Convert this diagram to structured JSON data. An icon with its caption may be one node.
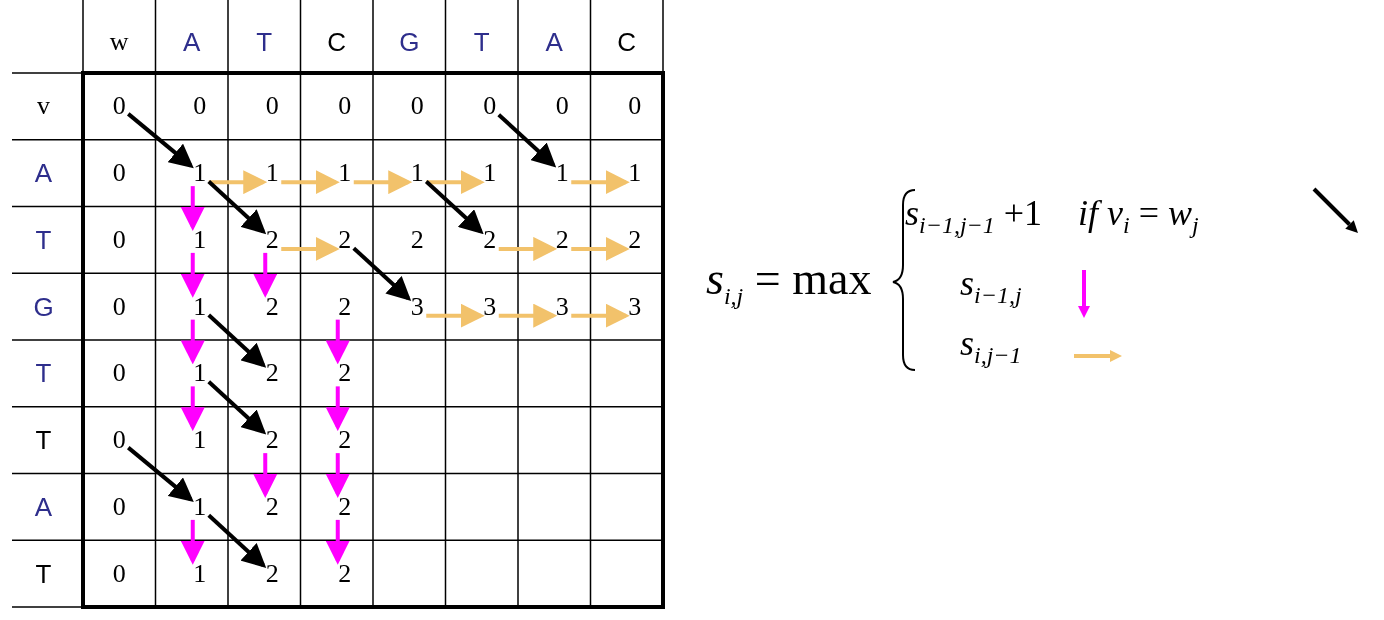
{
  "diagram": {
    "nodes": [
      {
        "text": [
          "0"
        ]
      },
      {
        "text": [
          "0"
        ]
      },
      {
        "text": [
          "0"
        ]
      },
      {
        "text": [
          "0"
        ]
      },
      {
        "text": [
          "0"
        ]
      },
      {
        "text": [
          "0"
        ]
      },
      {
        "text": [
          "0"
        ]
      },
      {
        "text": [
          "0"
        ]
      },
      {
        "text": [
          "0"
        ]
      },
      {
        "text": [
          "1"
        ]
      },
      {
        "text": [
          "1"
        ]
      },
      {
        "text": [
          "1"
        ]
      },
      {
        "text": [
          "1"
        ]
      },
      {
        "text": [
          "1"
        ]
      },
      {
        "text": [
          "1"
        ]
      },
      {
        "text": [
          "1"
        ]
      },
      {
        "text": [
          "0"
        ]
      },
      {
        "text": [
          "1"
        ]
      },
      {
        "text": [
          "2"
        ]
      },
      {
        "text": [
          "2"
        ]
      },
      {
        "text": [
          "2"
        ]
      },
      {
        "text": [
          "2"
        ]
      },
      {
        "text": [
          "2"
        ]
      },
      {
        "text": [
          "2"
        ]
      },
      {
        "text": [
          "0"
        ]
      },
      {
        "text": [
          "1"
        ]
      },
      {
        "text": [
          "2"
        ]
      },
      {
        "text": [
          "2"
        ]
      },
      {
        "text": [
          "3"
        ]
      },
      {
        "text": [
          "3"
        ]
      },
      {
        "text": [
          "3"
        ]
      },
      {
        "text": [
          "3"
        ]
      },
      {
        "text": [
          "0"
        ]
      },
      {
        "text": [
          "1"
        ]
      },
      {
        "text": [
          "2"
        ]
      },
      {
        "text": [
          "2"
        ]
      },
      {
        "text": [
          "0"
        ]
      },
      {
        "text": [
          "1"
        ]
      },
      {
        "text": [
          "2"
        ]
      },
      {
        "text": [
          "2"
        ]
      },
      {
        "text": [
          "0"
        ]
      },
      {
        "text": [
          "1"
        ]
      },
      {
        "text": [
          "2"
        ]
      },
      {
        "text": [
          "2"
        ]
      },
      {
        "text": [
          "0"
        ]
      },
      {
        "text": [
          "1"
        ]
      },
      {
        "text": [
          "2"
        ]
      },
      {
        "text": [
          "2"
        ]
      }
    ],
    "edges": [
      {
        "from": 0,
        "to": 9,
        "arrow": "to",
        "color": "#000000"
      },
      {
        "from": 5,
        "to": 14,
        "arrow": "to",
        "color": "#000000"
      },
      {
        "from": 9,
        "to": 10,
        "arrow": "to",
        "color": "#f2c26b"
      },
      {
        "from": 10,
        "to": 11,
        "arrow": "to",
        "color": "#f2c26b"
      },
      {
        "from": 11,
        "to": 12,
        "arrow": "to",
        "color": "#f2c26b"
      },
      {
        "from": 12,
        "to": 13,
        "arrow": "to",
        "color": "#f2c26b"
      },
      {
        "from": 14,
        "to": 15,
        "arrow": "to",
        "color": "#f2c26b"
      },
      {
        "from": 9,
        "to": 17,
        "arrow": "to",
        "color": "#ff00ff"
      },
      {
        "from": 9,
        "to": 18,
        "arrow": "to",
        "color": "#000000"
      },
      {
        "from": 12,
        "to": 21,
        "arrow": "to",
        "color": "#000000"
      },
      {
        "from": 18,
        "to": 19,
        "arrow": "to",
        "color": "#f2c26b"
      },
      {
        "from": 21,
        "to": 22,
        "arrow": "to",
        "color": "#f2c26b"
      },
      {
        "from": 22,
        "to": 23,
        "arrow": "to",
        "color": "#f2c26b"
      },
      {
        "from": 17,
        "to": 25,
        "arrow": "to",
        "color": "#ff00ff"
      },
      {
        "from": 18,
        "to": 26,
        "arrow": "to",
        "color": "#ff00ff"
      },
      {
        "from": 19,
        "to": 28,
        "arrow": "to",
        "color": "#000000"
      },
      {
        "from": 28,
        "to": 29,
        "arrow": "to",
        "color": "#f2c26b"
      },
      {
        "from": 29,
        "to": 30,
        "arrow": "to",
        "color": "#f2c26b"
      },
      {
        "from": 30,
        "to": 31,
        "arrow": "to",
        "color": "#f2c26b"
      },
      {
        "from": 25,
        "to": 33,
        "arrow": "to",
        "color": "#ff00ff"
      },
      {
        "from": 25,
        "to": 34,
        "arrow": "to",
        "color": "#000000"
      },
      {
        "from": 27,
        "to": 35,
        "arrow": "to",
        "color": "#ff00ff"
      },
      {
        "from": 33,
        "to": 37,
        "arrow": "to",
        "color": "#ff00ff"
      },
      {
        "from": 33,
        "to": 38,
        "arrow": "to",
        "color": "#000000"
      },
      {
        "from": 35,
        "to": 39,
        "arrow": "to",
        "color": "#ff00ff"
      },
      {
        "from": 36,
        "to": 41,
        "arrow": "to",
        "color": "#000000"
      },
      {
        "from": 38,
        "to": 42,
        "arrow": "to",
        "color": "#ff00ff"
      },
      {
        "from": 39,
        "to": 43,
        "arrow": "to",
        "color": "#ff00ff"
      },
      {
        "from": 41,
        "to": 45,
        "arrow": "to",
        "color": "#ff00ff"
      },
      {
        "from": 41,
        "to": 46,
        "arrow": "to",
        "color": "#000000"
      },
      {
        "from": 43,
        "to": 47,
        "arrow": "to",
        "color": "#ff00ff"
      }
    ],
    "labels": [
      "w",
      "A",
      "T",
      "C",
      "G",
      "T",
      "A",
      "C",
      "v",
      "A",
      "T",
      "G",
      "T",
      "T",
      "A",
      "T",
      "*s*$_{i,j}$ = max"
    ],
    "legend": [
      {
        "text": "*s*$_{i−1,j−1}$ +1    *if v*$_{i}$ = *w*$_{j}$"
      },
      {
        "text": "*s*$_{i−1,j}$"
      },
      {
        "text": "*s*$_{i,j−1}$"
      }
    ]
  }
}
